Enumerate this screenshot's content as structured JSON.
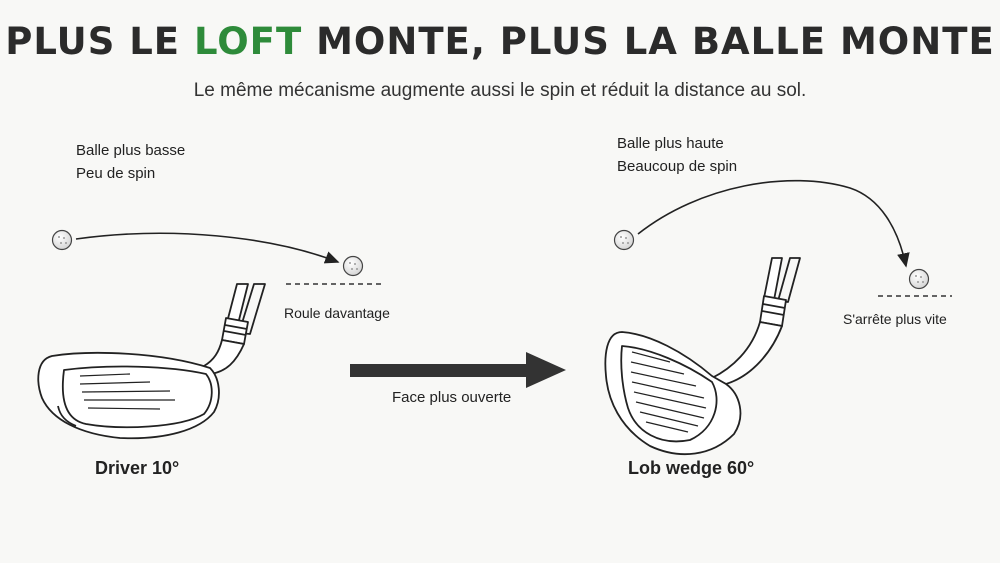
{
  "title": {
    "before": "PLUS LE ",
    "accent": "LOFT",
    "after": " MONTE, PLUS LA BALLE MONTE",
    "accent_color": "#2e8b3a"
  },
  "subtitle": "Le même mécanisme augmente aussi le spin et réduit la distance au sol.",
  "left": {
    "note_line1": "Balle plus basse",
    "note_line2": "Peu de spin",
    "ground_label": "Roule davantage",
    "club_name": "Driver 10°",
    "club_icon": "driver-club-icon"
  },
  "right": {
    "note_line1": "Balle plus haute",
    "note_line2": "Beaucoup de spin",
    "ground_label": "S'arrête plus vite",
    "club_name": "Lob wedge 60°",
    "club_icon": "wedge-club-icon"
  },
  "center": {
    "arrow_label": "Face plus ouverte",
    "arrow_color": "#333333"
  }
}
